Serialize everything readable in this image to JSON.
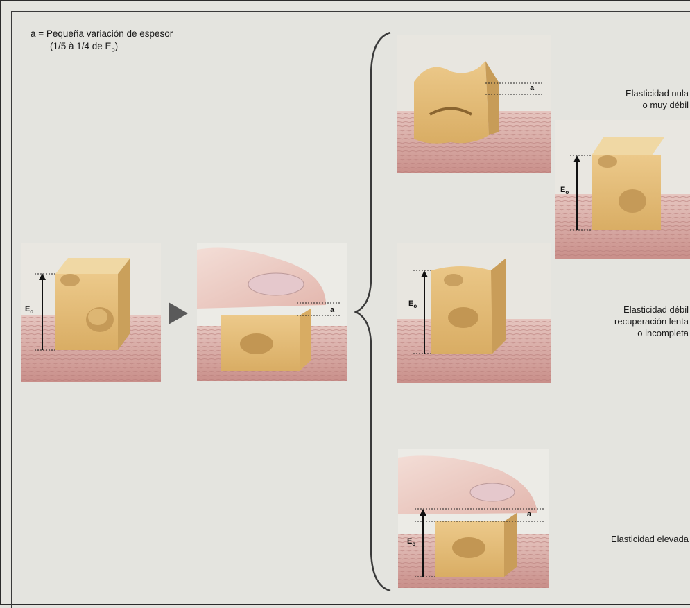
{
  "legend": {
    "line1": "a = Pequeña variación de espesor",
    "line2_prefix": "(1/5 à 1/4 de E",
    "line2_sub": "o",
    "line2_suffix": ")"
  },
  "symbols": {
    "thickness": "E",
    "thickness_sub": "o",
    "variation": "a"
  },
  "outcomes": {
    "top": [
      "Elasticidad nula",
      "o muy débil"
    ],
    "middle": [
      "Elasticidad débil",
      "recuperación lenta",
      "o incompleta"
    ],
    "bottom": [
      "Elasticidad elevada"
    ]
  },
  "colors": {
    "background": "#e4e4df",
    "cube": "#e5c07c",
    "cube_shadow": "#c99a52",
    "skin": "#d9a9a4",
    "arrow": "#5a5a5a"
  }
}
